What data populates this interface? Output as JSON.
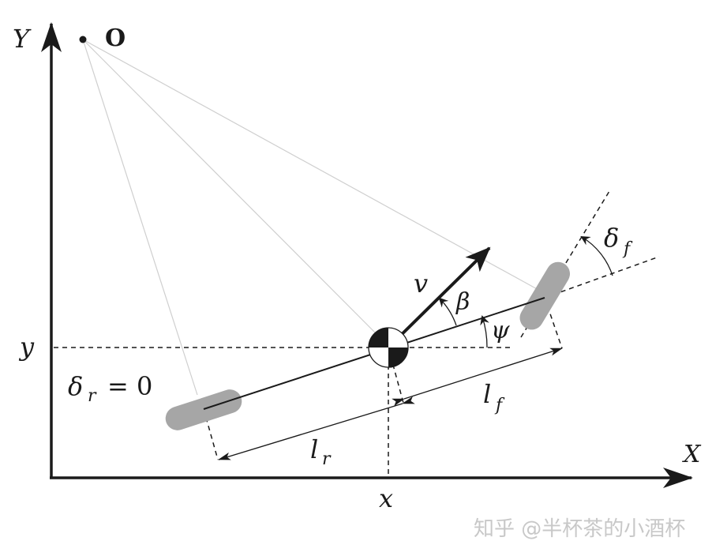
{
  "labels": {
    "y_axis": "Y",
    "x_axis": "X",
    "origin": "O",
    "y_coord": "y",
    "x_coord": "x",
    "rear_steer": "δ",
    "rear_steer_sub": "r",
    "rear_steer_value": "= 0",
    "front_steer": "δ",
    "front_steer_sub": "f",
    "rear_length": "l",
    "rear_length_sub": "r",
    "front_length": "l",
    "front_length_sub": "f",
    "velocity": "v",
    "slip_angle": "β",
    "heading": "ψ"
  },
  "watermark": "知乎 @半杯茶的小酒杯",
  "colors": {
    "line": "#1a1a1a",
    "wheel": "#a6a6a6",
    "ray": "#cfcfcf",
    "watermark": "#c8c8c8"
  }
}
